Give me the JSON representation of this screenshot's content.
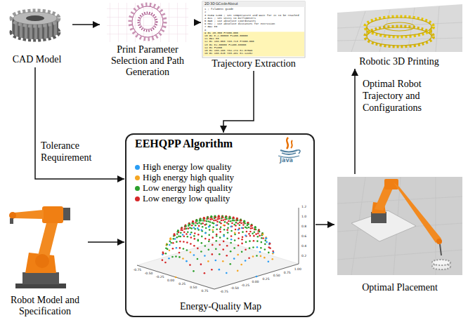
{
  "diagram": {
    "nodes": [
      {
        "text": [
          "CAD Model"
        ]
      },
      {
        "text": [
          "Print Parameter Selection and Path Generation"
        ]
      },
      {
        "text": [
          "Trajectory Extraction"
        ]
      },
      {
        "text": [
          "Robotic 3D Printing"
        ]
      },
      {
        "text": [
          "EEHQPP Algorithm",
          "Energy-Quality Map"
        ]
      },
      {
        "text": [
          "Robot Model and Specification"
        ]
      },
      {
        "text": [
          "Optimal Placement"
        ]
      }
    ],
    "edges": [
      {
        "from": 0,
        "to": 1,
        "arrow": "to"
      },
      {
        "from": 1,
        "to": 2,
        "arrow": "to"
      },
      {
        "from": 2,
        "to": 4,
        "arrow": "to"
      },
      {
        "from": 0,
        "to": 4,
        "label": "Tolerance Requirement",
        "arrow": "to"
      },
      {
        "from": 5,
        "to": 4,
        "arrow": "to"
      },
      {
        "from": 4,
        "to": 6,
        "arrow": "to"
      },
      {
        "from": 6,
        "to": 3,
        "label": "Optimal Robot Trajectory and Configurations",
        "arrow": "to"
      }
    ],
    "labels": [
      "2D",
      "3D",
      "GCode",
      "About",
      "1 ; filament gcode",
      "2",
      "3 M109 S200 ; set temperature and wait for it to be reached",
      "4 G21 ; set units to millimeters",
      "5 G90 ; use absolute coordinates",
      "6 M82 ; use absolute distances for extrusion",
      "7 G92 E0",
      "8",
      "9 G1 Z0.350 F7800.000",
      "10 G1 E-2.00000 F2400.00000",
      "11 G92 E0",
      "12 G1 X88.053 Y83.713 F7800.000",
      "13 G1 E2.00000 F2400.00000",
      "14 G1 F1800",
      "15 G1 X88.466 Y84.274 E2.07096",
      "16 G1 X88.820 Y83.481 E2.14152",
      "Java",
      "1.2",
      "1.0",
      "0.8",
      "0.6",
      "0.4",
      "0.2",
      "-0.75",
      "-0.50",
      "-0.25",
      "0.00",
      "0.25",
      "0.50",
      "0.75",
      "-0.75",
      "-0.50",
      "-0.25",
      "0.00",
      "0.25",
      "0.50",
      "0.75",
      "1.00"
    ],
    "legend": [
      {
        "text": "High energy low quality",
        "color": "#2a9df4"
      },
      {
        "text": "High energy high quality",
        "color": "#f5a623"
      },
      {
        "text": "Low energy high quality",
        "color": "#2ca02c"
      },
      {
        "text": "Low energy low quality",
        "color": "#d62728"
      }
    ]
  }
}
